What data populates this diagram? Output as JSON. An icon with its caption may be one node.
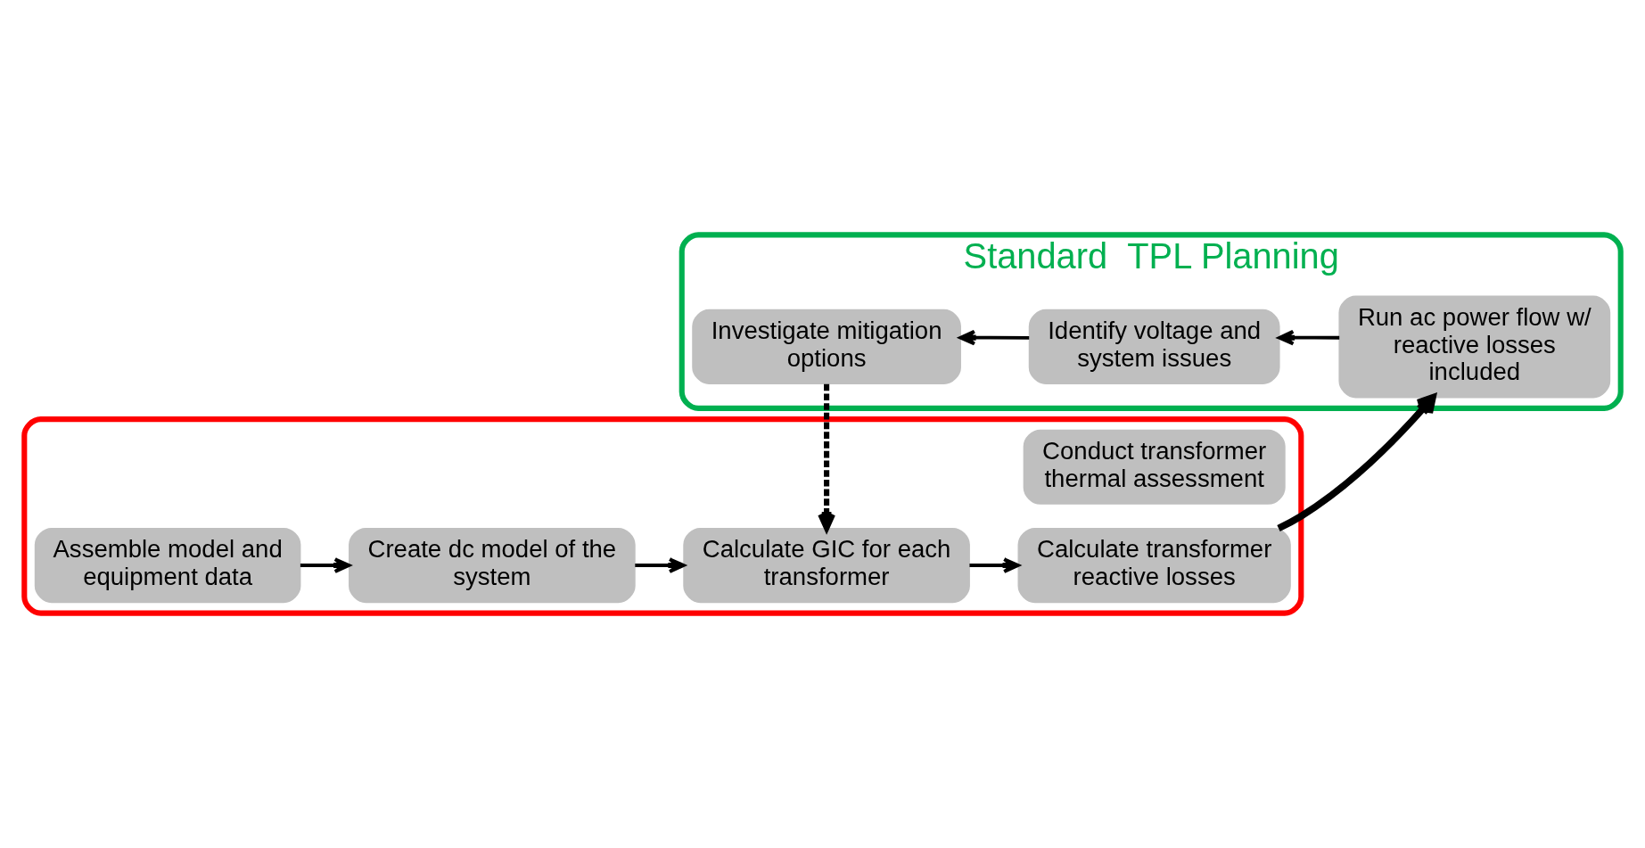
{
  "diagram": {
    "nodes": [
      {
        "text": [],
        "shape": "box"
      },
      {
        "text": [
          "Assemble model and equipment data"
        ],
        "in": 0
      },
      {
        "text": [
          "Create dc model of the system"
        ],
        "in": 0
      },
      {
        "text": [
          "Calculate GIC for each transformer"
        ],
        "in": 0
      },
      {
        "text": [
          "Calculate transformer reactive losses"
        ],
        "in": 0
      },
      {
        "text": [
          "Conduct transformer thermal assessment"
        ],
        "in": 0
      },
      {
        "text": [
          "Standard  TPL Planning"
        ]
      },
      {
        "text": [
          "Investigate mitigation options"
        ],
        "in": 6
      },
      {
        "text": [
          "Identify voltage and system issues"
        ],
        "in": 6
      },
      {
        "text": [
          "Run ac power flow w/ reactive losses included"
        ],
        "in": 6
      }
    ],
    "edges": [
      {
        "from": 1,
        "to": 2,
        "arrow": "to"
      },
      {
        "from": 2,
        "to": 3,
        "arrow": "to"
      },
      {
        "from": 3,
        "to": 4,
        "arrow": "to"
      },
      {
        "from": 4,
        "to": 9,
        "arrow": "to",
        "style": "thick"
      },
      {
        "from": 9,
        "to": 8,
        "arrow": "to"
      },
      {
        "from": 8,
        "to": 7,
        "arrow": "to"
      },
      {
        "from": 7,
        "to": 3,
        "arrow": "to",
        "style": "dashed"
      }
    ]
  }
}
